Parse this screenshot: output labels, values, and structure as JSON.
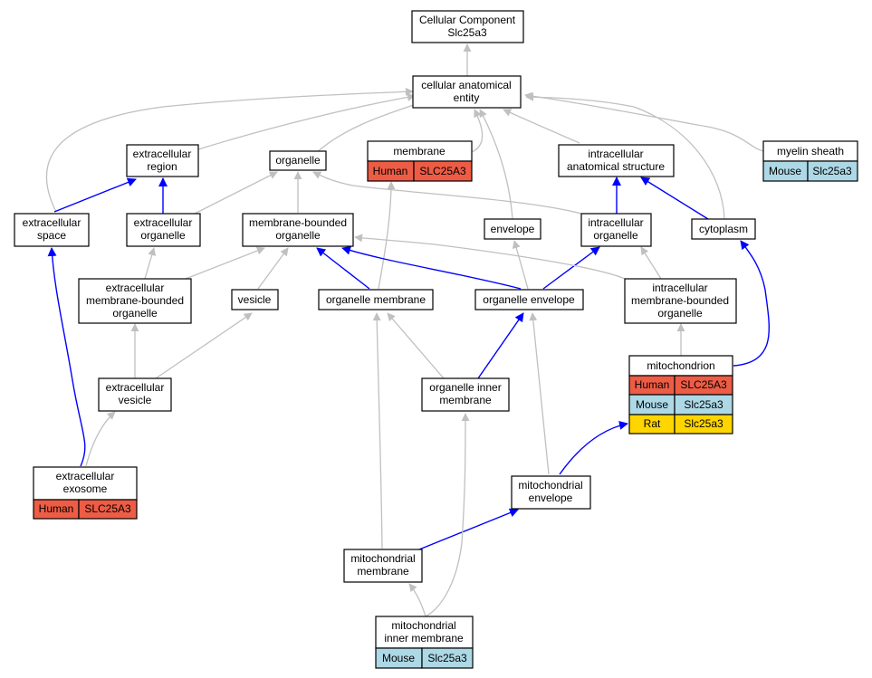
{
  "colors": {
    "gray_edge": "#c0c0c0",
    "blue_edge": "#0000ff",
    "human": "#ee5c45",
    "mouse": "#add8e6",
    "rat": "#ffd500"
  },
  "nodes": {
    "cellular_component": [
      "Cellular Component",
      "Slc25a3"
    ],
    "cellular_anatomical_entity": [
      "cellular anatomical",
      "entity"
    ],
    "extracellular_region": [
      "extracellular",
      "region"
    ],
    "organelle": [
      "organelle"
    ],
    "membrane": [
      "membrane"
    ],
    "intracellular_anatomical_structure": [
      "intracellular",
      "anatomical structure"
    ],
    "myelin_sheath": [
      "myelin sheath"
    ],
    "extracellular_space": [
      "extracellular",
      "space"
    ],
    "extracellular_organelle": [
      "extracellular",
      "organelle"
    ],
    "membrane_bounded_organelle": [
      "membrane-bounded",
      "organelle"
    ],
    "envelope": [
      "envelope"
    ],
    "intracellular_organelle": [
      "intracellular",
      "organelle"
    ],
    "cytoplasm": [
      "cytoplasm"
    ],
    "extracellular_membrane_bounded_organelle": [
      "extracellular",
      "membrane-bounded",
      "organelle"
    ],
    "vesicle": [
      "vesicle"
    ],
    "organelle_membrane": [
      "organelle membrane"
    ],
    "organelle_envelope": [
      "organelle envelope"
    ],
    "intracellular_membrane_bounded_organelle": [
      "intracellular",
      "membrane-bounded",
      "organelle"
    ],
    "mitochondrion": [
      "mitochondrion"
    ],
    "extracellular_vesicle": [
      "extracellular",
      "vesicle"
    ],
    "organelle_inner_membrane": [
      "organelle inner",
      "membrane"
    ],
    "extracellular_exosome": [
      "extracellular",
      "exosome"
    ],
    "mitochondrial_envelope": [
      "mitochondrial",
      "envelope"
    ],
    "mitochondrial_membrane": [
      "mitochondrial",
      "membrane"
    ],
    "mitochondrial_inner_membrane": [
      "mitochondrial",
      "inner membrane"
    ]
  },
  "annotations": {
    "membrane": [
      [
        "Human",
        "SLC25A3"
      ]
    ],
    "myelin_sheath": [
      [
        "Mouse",
        "Slc25a3"
      ]
    ],
    "mitochondrion": [
      [
        "Human",
        "SLC25A3"
      ],
      [
        "Mouse",
        "Slc25a3"
      ],
      [
        "Rat",
        "Slc25a3"
      ]
    ],
    "extracellular_exosome": [
      [
        "Human",
        "SLC25A3"
      ]
    ],
    "mitochondrial_inner_membrane": [
      [
        "Mouse",
        "Slc25a3"
      ]
    ]
  }
}
